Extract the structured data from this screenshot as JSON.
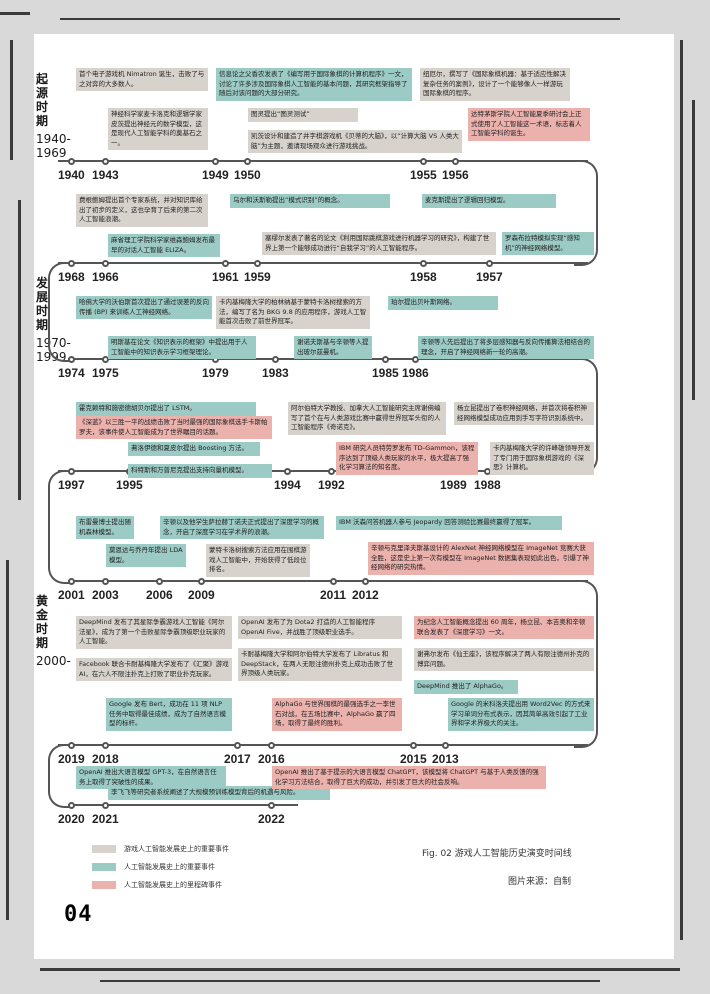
{
  "eras": {
    "origin": {
      "title": "起源时期",
      "period": "1940-1969"
    },
    "development": {
      "title": "发展时期",
      "period": "1970-1999"
    },
    "golden": {
      "title": "黄金时期",
      "period": "2000-"
    }
  },
  "years": {
    "r1": [
      "1940",
      "1943",
      "1949",
      "1950",
      "1955",
      "1956"
    ],
    "r2": [
      "1968",
      "1966",
      "1961",
      "1959",
      "1958",
      "1957"
    ],
    "r3": [
      "1974",
      "1975",
      "1979",
      "1983",
      "1985",
      "1986"
    ],
    "r4": [
      "1997",
      "1995",
      "1994",
      "1992",
      "1989",
      "1988"
    ],
    "r5": [
      "2001",
      "2003",
      "2006",
      "2009",
      "2011",
      "2012"
    ],
    "r6": [
      "2019",
      "2018",
      "2017",
      "2016",
      "2015",
      "2013"
    ],
    "r7": [
      "2020",
      "2021",
      "2022"
    ]
  },
  "events": {
    "e1940": "首个电子游戏机 Nimatron 诞生，击败了与之对弈的大多数人。",
    "e1943": "神经科学家麦卡洛克和逻辑学家皮茨提出神经元的数学模型，这是现代人工智能学科的奠基石之一。",
    "e1949": "信息论之父香农发表了《编写用于国际象棋的计算机程序》一文，讨论了许多涉及国际象棋人工智能的基本问题，其研究框架指导了随后对该问题的大部分研究。",
    "e1950a": "图灵提出“图灵测试”",
    "e1950b": "凯茨设计和建造了井字棋游戏机《贝蒂的大脑》，以“计算大脑 VS 人类大脑”为主题，邀请现场观众进行游戏挑战。",
    "e1955": "纽厄尔，撰写了《国际象棋机器：基于适应性解决复杂任务的案例》，设计了一个能够像人一样游玩国际象棋的程序。",
    "e1956": "达特茅斯学院人工智能夏季研讨会上正式使用了人工智能这一术语，标志着人工智能学科的诞生。",
    "e1968": "费根鲍姆提出首个专家系统，并对知识库给出了初步的定义，这也孕育了后来的第二次人工智能浪潮。",
    "e1966": "麻省理工学院科学家维森鲍姆发布最早的对话人工智能 ELIZA。",
    "e1961": "乌尔和沃斯勒提出“模式识别”的概念。",
    "e1959": "塞缪尔发表了著名的论文《利用国际跳棋游戏进行机器学习的研究》，构建了世界上第一个能够成功进行“自我学习”的人工智能程序。",
    "e1958": "麦克斯提出了逻辑回归模型。",
    "e1957": "罗森布拉特模拟实现“感知机”的神经网络模型。",
    "e1974": "哈佛大学的沃伯斯首次提出了通过误差的反向传播 (BP) 来训练人工神经网络。",
    "e1975": "明斯基在论文《知识表示的框架》中提出用于人工智能中的知识表示学习框架理论。",
    "e1979": "卡内基梅隆大学的柏林纳基于蒙特卡洛树搜索的方法，编写了名为 BKG 9.8 的应用程序，游戏人工智能首次击败了前世界冠军。",
    "e1983": "谢诺夫斯基与辛顿等人提出玻尔兹曼机。",
    "e1985": "珀尔提出贝叶斯网络。",
    "e1986": "辛顿等人先后提出了将多层感知器与反向传播算法相结合的理念，开启了神经网络新一轮的高潮。",
    "e1997a": "霍克赖特和施密德胡贝尔提出了 LSTM。",
    "e1997b": "《深蓝》以三胜一平的战绩击败了当时最强的国际象棋选手卡斯帕罗夫，该事件使人工智能成为了世界瞩目的话题。",
    "e1995a": "弗洛伊德和夏皮尔提出 Boosting 方法。",
    "e1995b": "科特斯和万普尼克提出支持向量机模型。",
    "e1994": "阿尔伯特大学教授、加拿大人工智能研究主席谢佛编写了首个在与人类游戏比赛中赢得世界冠军头衔的人工智能程序《奇诺克》。",
    "e1992": "IBM 研究人员特劳罗发布 TD-Gammon，该程序达到了顶级人类玩家的水平，极大提高了强化学习算法的知名度。",
    "e1989": "杨立昆提出了卷积神经网络，并首次将卷积神经网络模型成功应用到手写字符识别系统中。",
    "e1988": "卡内基梅隆大学的许峰雄领导开发了专门用于国际象棋游戏的《深思》计算机。",
    "e2001": "布雷曼博士提出随机森林模型。",
    "e2003": "莫恩达与乔丹年提出 LDA 模型。",
    "e2006": "辛顿以及他学生萨拉赫丁诺夫正式提出了深度学习的概念，开启了深度学习在学术界的浪潮。",
    "e2009": "蒙特卡洛树搜索方法应用在围棋游戏人工智能中，开始获得了低段位排名。",
    "e2011": "IBM 沃森问答机器人参与 Jeopardy 回答测验比赛最终赢得了冠军。",
    "e2012": "辛顿与克里泽夫斯基设计的 AlexNet 神经网络模型在 ImageNet 竞赛大获全胜，这是史上第一次有模型在 ImageNet 数据集表现如此出色，引爆了神经网络的研究热情。",
    "e2019a": "DeepMind 发布了其星际争霸游戏人工智能《阿尔法星》，成为了第一个击败星际争霸顶级职业玩家的人工智能。",
    "e2019b": "Facebook 联合卡耐基梅隆大学发布了《汇聚》游戏 AI，在六人不限注扑克上打败了职业扑克玩家。",
    "e2018": "Google 发布 Bert，成功在 11 项 NLP 任务中取得最佳成绩，成为了自然语言模型的标杆。",
    "e2017a": "OpenAI 发布了为 Dota2 打造的人工智能程序 OpenAI Five，并战胜了顶级职业选手。",
    "e2017b": "卡耐基梅隆大学和阿尔伯特大学发布了 Libratus 和 DeepStack，在两人无限注德州扑克上成功击败了世界顶级人类玩家。",
    "e2016": "AlphaGo 与世界围棋的最强选手之一李世石对战，在五场比赛中，AlphaGo 赢了四场，取得了最终的胜利。",
    "e2015a": "为纪念人工智能概念提出 60 周年，杨立昆、本吉奥和辛顿联合发表了《深度学习》一文。",
    "e2015b": "谢弗尔发布《仙王座》，该程序解决了两人有限注德州扑克的博弈问题。",
    "e2015c": "DeepMind 推出了 AlphaGo。",
    "e2013": "Google 的米科洛夫提出用 Word2Vec 的方式来学习单词分布式表示，因其简单高效引起了工业界和学术界极大的关注。",
    "e2020": "OpenAI 推出大语言模型 GPT-3，在自然语言任务上取得了突破性的成果。",
    "e2021": "李飞飞等研究者系统阐述了大规模预训练模型背后的机遇与风险。",
    "e2022": "OpenAI 推出了基于提示的大语言模型 ChatGPT，该模型将 ChatGPT 与基于人类反馈的强化学习方法结合，取得了巨大的成功，并引发了巨大的社会反响。"
  },
  "legend": [
    {
      "label": "游戏人工智能发展史上的重要事件",
      "color": "#d8d2cd"
    },
    {
      "label": "人工智能发展史上的重要事件",
      "color": "#9ccbc5"
    },
    {
      "label": "人工智能发展史上的里程碑事件",
      "color": "#ebb1ac"
    }
  ],
  "caption": "Fig. 02 游戏人工智能历史演变时间线",
  "source": "图片来源：自制",
  "page_number": "04"
}
